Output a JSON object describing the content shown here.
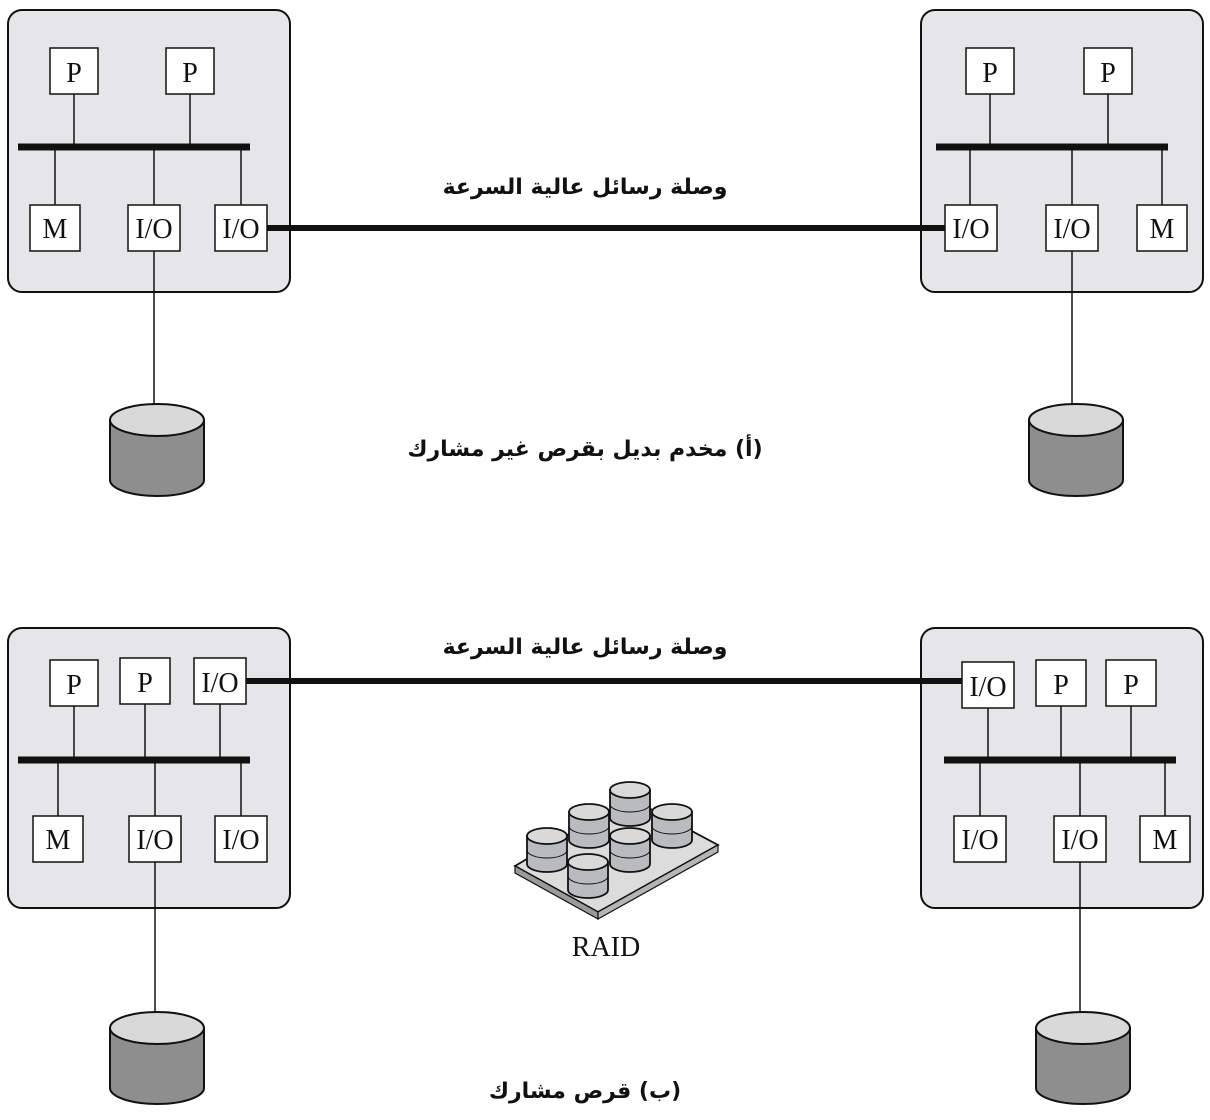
{
  "colors": {
    "node_fill": "#e6e6e8",
    "disk_fill": "#8e8e8e",
    "disk_top": "#d9d9d9",
    "raid_disk_fill": "#b9bcbf",
    "line": "#111111"
  },
  "labels": {
    "processor": "P",
    "memory": "M",
    "io": "I/O"
  },
  "part_a": {
    "link_label": "وصلة رسائل عالية السرعة",
    "caption": "(أ) مخدم بديل بقرص غير مشارك"
  },
  "part_b": {
    "link_label": "وصلة رسائل عالية السرعة",
    "caption": "(ب) قرص مشارك",
    "raid_label": "RAID"
  }
}
